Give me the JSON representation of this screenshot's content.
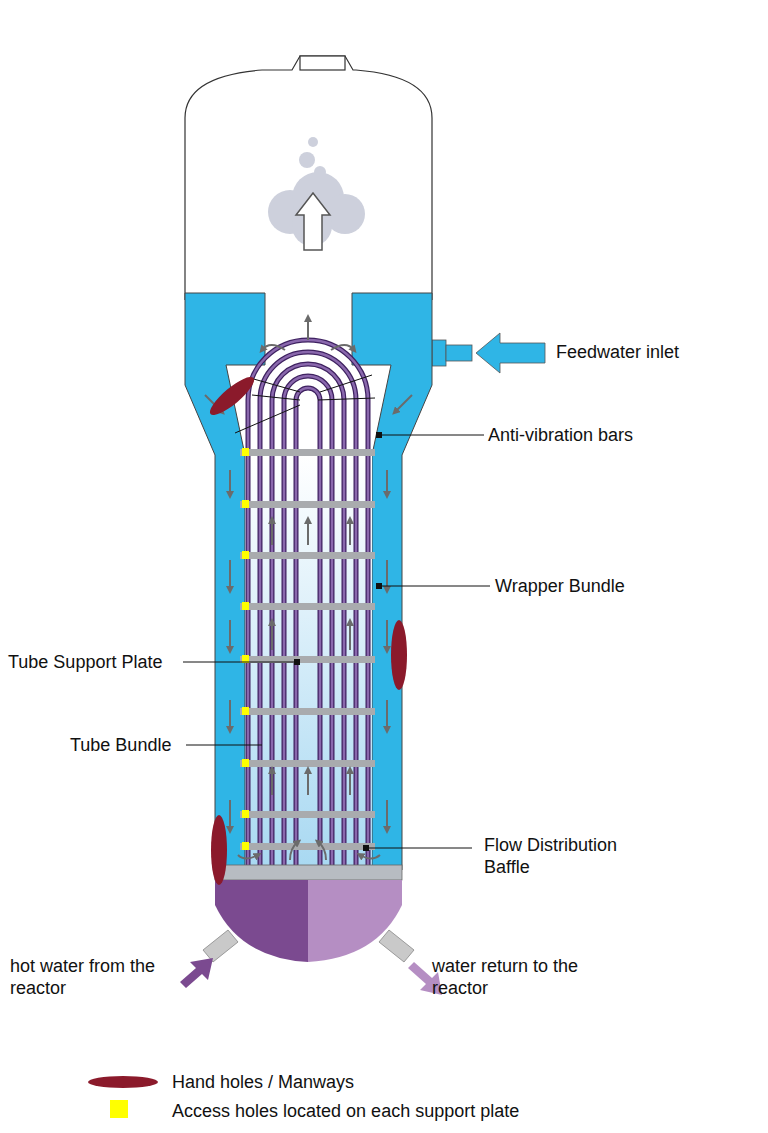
{
  "diagram": {
    "labels": [
      "Feedwater inlet",
      "Anti-vibration bars",
      "Wrapper Bundle",
      "Tube Support Plate",
      "Tube Bundle",
      "Flow Distribution Baffle",
      "hot water from the reactor",
      "water return to the reactor"
    ],
    "legend": [
      {
        "text": "Hand holes / Manways",
        "color": "#8b1a2b"
      },
      {
        "text": "Access holes located on each support plate",
        "color": "#ffff00"
      }
    ]
  }
}
